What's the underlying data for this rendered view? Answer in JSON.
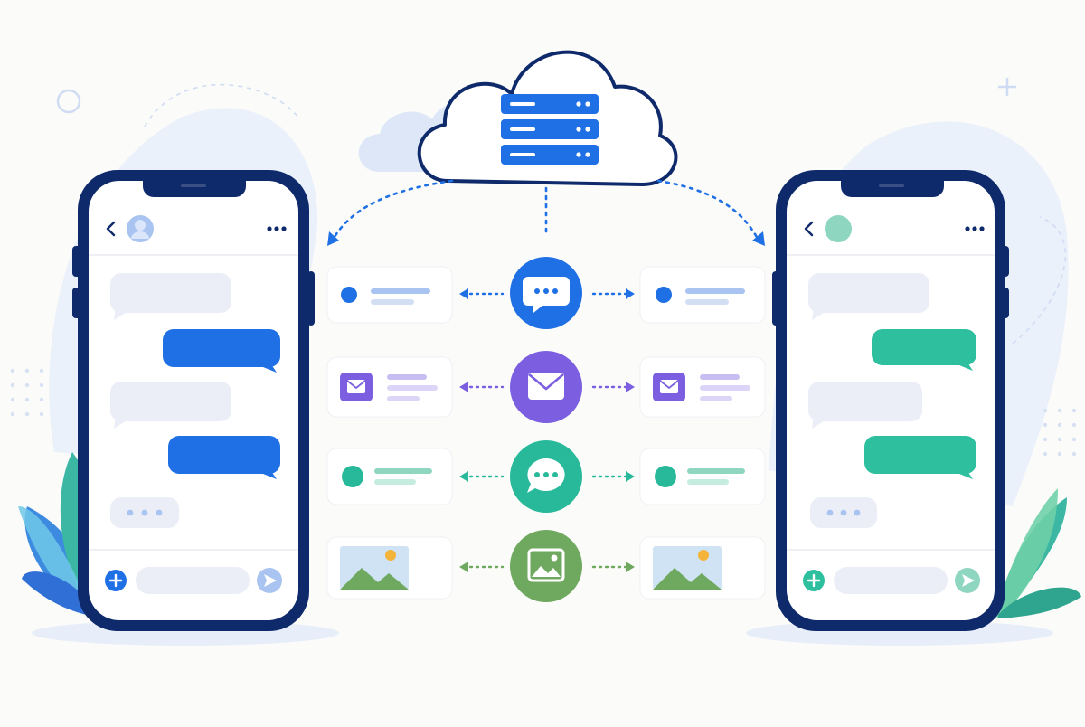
{
  "diagram": {
    "labels": [],
    "colors": {
      "navy": "#0e2a6b",
      "blue": "#1f6fe5",
      "purple": "#7b5fe0",
      "teal": "#27b99a",
      "green": "#6fa95f",
      "bubble_gray": "#eceef7",
      "sun": "#f4b43a"
    },
    "cloud": {
      "icon": "server-rack-icon",
      "racks": 3
    },
    "channels": [
      {
        "id": "chat",
        "icon": "chat-dots-icon",
        "color": "#1f6fe5"
      },
      {
        "id": "email",
        "icon": "envelope-icon",
        "color": "#7b5fe0"
      },
      {
        "id": "sms",
        "icon": "speech-bubble-icon",
        "color": "#27b99a"
      },
      {
        "id": "media",
        "icon": "image-icon",
        "color": "#6fa95f"
      }
    ],
    "phones": [
      {
        "id": "left",
        "accent": "#1f6fe5",
        "avatar": "#a9c4f0",
        "bubbles": [
          "incoming",
          "outgoing",
          "incoming",
          "outgoing",
          "typing"
        ]
      },
      {
        "id": "right",
        "accent": "#2dbf9e",
        "avatar": "#8fd6c0",
        "bubbles": [
          "incoming",
          "outgoing",
          "incoming",
          "outgoing",
          "typing"
        ]
      }
    ]
  }
}
